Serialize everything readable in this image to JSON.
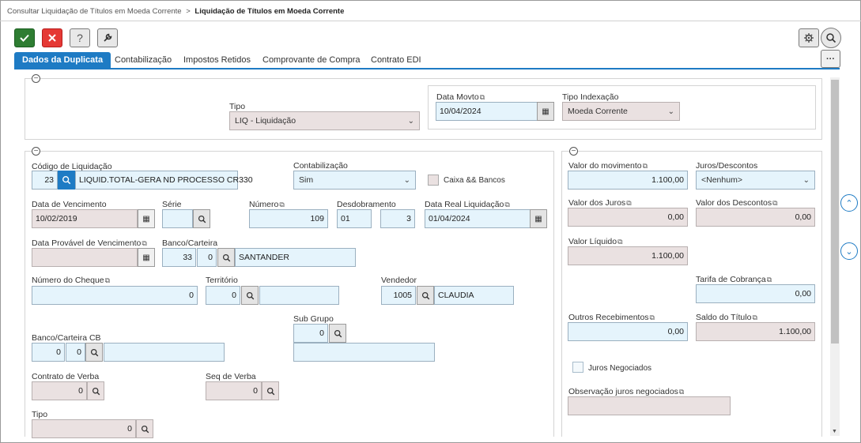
{
  "breadcrumb": {
    "parent": "Consultar Liquidação de Títulos em Moeda Corrente",
    "separator": ">",
    "current": "Liquidação de Títulos em Moeda Corrente"
  },
  "toolbar": {
    "confirm_icon": "check-icon",
    "cancel_icon": "close-icon",
    "help_label": "?",
    "tools_icon": "wrench-icon",
    "settings_icon": "gear-icon",
    "search_icon": "search-icon",
    "more_label": "···",
    "confirm_color": "#2e7d32",
    "cancel_color": "#e53935"
  },
  "tabs": [
    "Dados da Duplicata",
    "Contabilização",
    "Impostos Retidos",
    "Comprovante de Compra",
    "Contrato EDI"
  ],
  "top": {
    "tipo_label": "Tipo",
    "tipo_value": "LIQ - Liquidação",
    "data_movto_label": "Data Movto",
    "data_movto_value": "10/04/2024",
    "tipo_indexacao_label": "Tipo Indexação",
    "tipo_indexacao_value": "Moeda Corrente"
  },
  "left": {
    "codigo_label": "Código de Liquidação",
    "codigo_value": "23",
    "codigo_desc": "LIQUID.TOTAL-GERA ND PROCESSO CR330",
    "contab_label": "Contabilização",
    "contab_value": "Sim",
    "caixa_label": "Caixa && Bancos",
    "venc_label": "Data de Vencimento",
    "venc_value": "10/02/2019",
    "serie_label": "Série",
    "serie_value": "",
    "numero_label": "Número",
    "numero_value": "109",
    "desdob_label": "Desdobramento",
    "desdob_value1": "01",
    "desdob_value2": "3",
    "real_liq_label": "Data Real Liquidação",
    "real_liq_value": "01/04/2024",
    "provavel_label": "Data Provável de Vencimento",
    "provavel_value": "",
    "banco_label": "Banco/Carteira",
    "banco_value1": "33",
    "banco_value2": "0",
    "banco_desc": "SANTANDER",
    "cheque_label": "Número do Cheque",
    "cheque_value": "0",
    "territorio_label": "Território",
    "territorio_value": "0",
    "territorio_desc": "",
    "vendedor_label": "Vendedor",
    "vendedor_value": "1005",
    "vendedor_desc": "CLAUDIA",
    "subgrupo_label": "Sub Grupo",
    "subgrupo_value": "0",
    "subgrupo_desc": "",
    "bancocb_label": "Banco/Carteira CB",
    "bancocb_value1": "0",
    "bancocb_value2": "0",
    "bancocb_desc": "",
    "contrato_label": "Contrato de Verba",
    "contrato_value": "0",
    "seq_label": "Seq de Verba",
    "seq_value": "0",
    "tipo2_label": "Tipo",
    "tipo2_value": "0"
  },
  "right": {
    "valor_mov_label": "Valor do movimento",
    "valor_mov_value": "1.100,00",
    "juros_desc_label": "Juros/Descontos",
    "juros_desc_value": "<Nenhum>",
    "valor_juros_label": "Valor dos Juros",
    "valor_juros_value": "0,00",
    "valor_desc_label": "Valor dos Descontos",
    "valor_desc_value": "0,00",
    "valor_liq_label": "Valor Líquido",
    "valor_liq_value": "1.100,00",
    "tarifa_label": "Tarifa de Cobrança",
    "tarifa_value": "0,00",
    "outros_label": "Outros Recebimentos",
    "outros_value": "0,00",
    "saldo_label": "Saldo do Título",
    "saldo_value": "1.100,00",
    "juros_neg_label": "Juros Negociados",
    "obs_label": "Observação juros negociados",
    "obs_value": ""
  }
}
